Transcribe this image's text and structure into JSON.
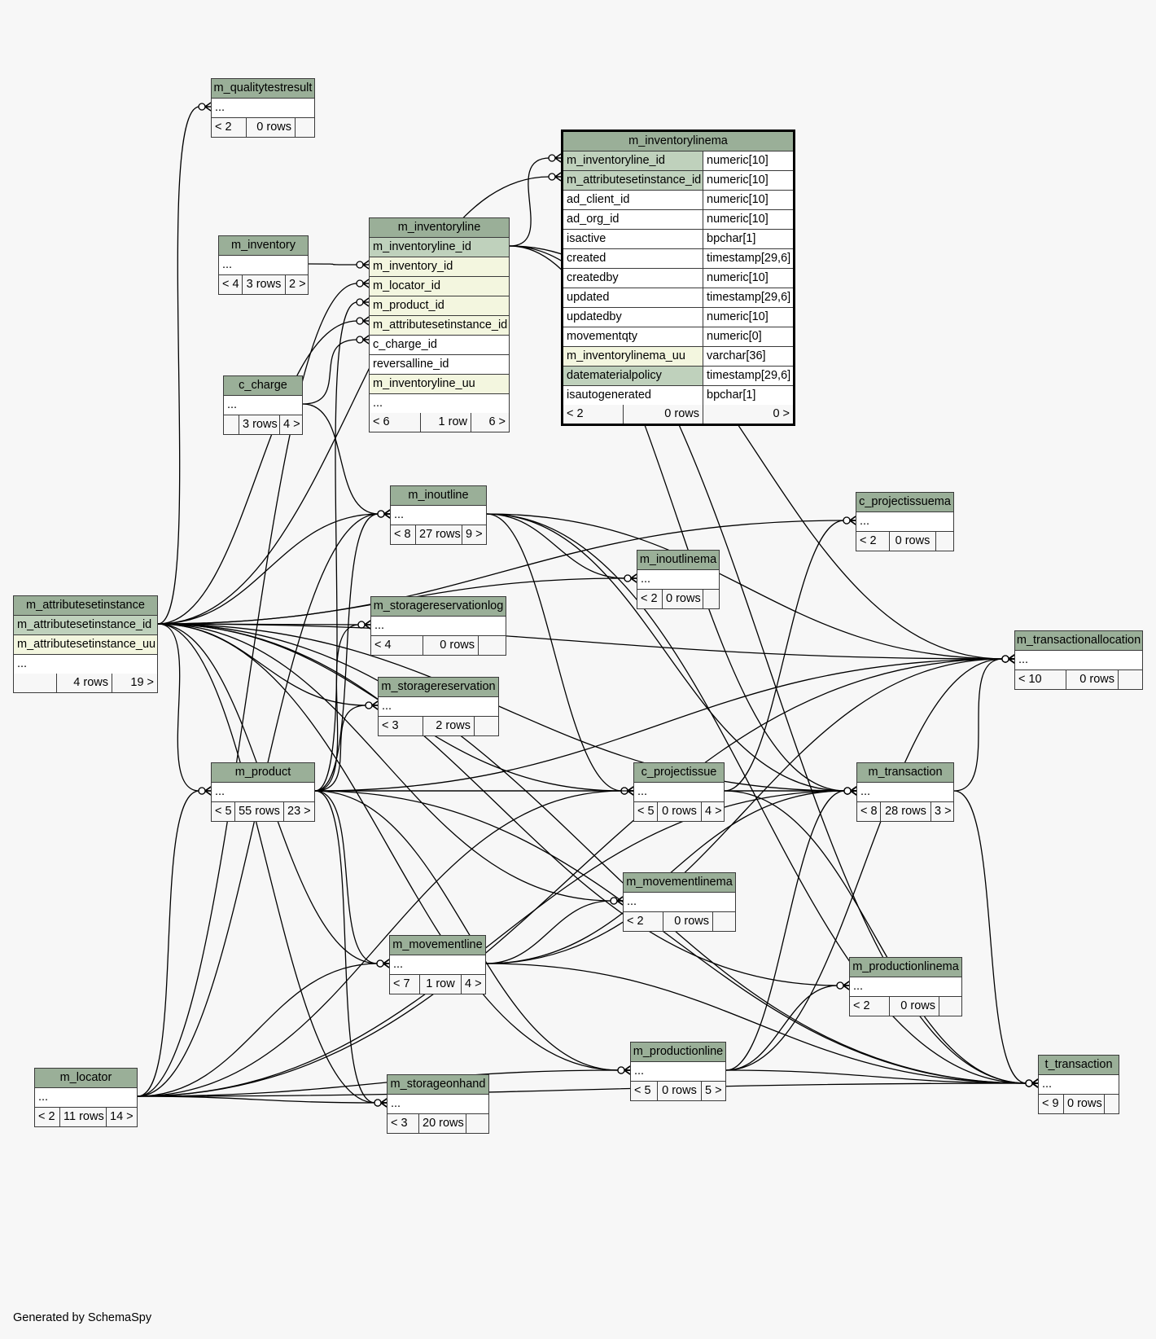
{
  "footer": "Generated by SchemaSpy",
  "colors": {
    "background": "#f7f7f7",
    "header": "#9aaf98",
    "primary_key": "#bfd1bc",
    "foreign_key": "#f3f6df",
    "border": "#3a3a3a"
  },
  "tables": {
    "m_qualitytestresult": {
      "name": "m_qualitytestresult",
      "cols": [
        "..."
      ],
      "parents": "< 2",
      "rows": "0 rows",
      "children": ""
    },
    "m_inventorylinema": {
      "name": "m_inventorylinema",
      "columns": [
        {
          "name": "m_inventoryline_id",
          "type": "numeric[10]",
          "kind": "pk"
        },
        {
          "name": "m_attributesetinstance_id",
          "type": "numeric[10]",
          "kind": "pk"
        },
        {
          "name": "ad_client_id",
          "type": "numeric[10]",
          "kind": ""
        },
        {
          "name": "ad_org_id",
          "type": "numeric[10]",
          "kind": ""
        },
        {
          "name": "isactive",
          "type": "bpchar[1]",
          "kind": ""
        },
        {
          "name": "created",
          "type": "timestamp[29,6]",
          "kind": ""
        },
        {
          "name": "createdby",
          "type": "numeric[10]",
          "kind": ""
        },
        {
          "name": "updated",
          "type": "timestamp[29,6]",
          "kind": ""
        },
        {
          "name": "updatedby",
          "type": "numeric[10]",
          "kind": ""
        },
        {
          "name": "movementqty",
          "type": "numeric[0]",
          "kind": ""
        },
        {
          "name": "m_inventorylinema_uu",
          "type": "varchar[36]",
          "kind": "fk"
        },
        {
          "name": "datematerialpolicy",
          "type": "timestamp[29,6]",
          "kind": "pk"
        },
        {
          "name": "isautogenerated",
          "type": "bpchar[1]",
          "kind": ""
        }
      ],
      "parents": "< 2",
      "rows": "0 rows",
      "children": "0 >"
    },
    "m_inventory": {
      "name": "m_inventory",
      "cols": [
        "..."
      ],
      "parents": "< 4",
      "rows": "3 rows",
      "children": "2 >"
    },
    "m_inventoryline": {
      "name": "m_inventoryline",
      "columns": [
        {
          "name": "m_inventoryline_id",
          "kind": "pk"
        },
        {
          "name": "m_inventory_id",
          "kind": "fk"
        },
        {
          "name": "m_locator_id",
          "kind": "fk"
        },
        {
          "name": "m_product_id",
          "kind": "fk"
        },
        {
          "name": "m_attributesetinstance_id",
          "kind": "fk"
        },
        {
          "name": "c_charge_id",
          "kind": ""
        },
        {
          "name": "reversalline_id",
          "kind": ""
        },
        {
          "name": "m_inventoryline_uu",
          "kind": "fk"
        },
        {
          "name": "...",
          "kind": ""
        }
      ],
      "parents": "< 6",
      "rows": "1 row",
      "children": "6 >"
    },
    "c_charge": {
      "name": "c_charge",
      "cols": [
        "..."
      ],
      "parents": "",
      "rows": "3 rows",
      "children": "4 >"
    },
    "m_inoutline": {
      "name": "m_inoutline",
      "cols": [
        "..."
      ],
      "parents": "< 8",
      "rows": "27 rows",
      "children": "9 >"
    },
    "c_projectissuema": {
      "name": "c_projectissuema",
      "cols": [
        "..."
      ],
      "parents": "< 2",
      "rows": "0 rows",
      "children": ""
    },
    "m_inoutlinema": {
      "name": "m_inoutlinema",
      "cols": [
        "..."
      ],
      "parents": "< 2",
      "rows": "0 rows",
      "children": ""
    },
    "m_attributesetinstance": {
      "name": "m_attributesetinstance",
      "columns": [
        {
          "name": "m_attributesetinstance_id",
          "kind": "pk"
        },
        {
          "name": "m_attributesetinstance_uu",
          "kind": "fk"
        },
        {
          "name": "...",
          "kind": ""
        }
      ],
      "parents": "",
      "rows": "4 rows",
      "children": "19 >"
    },
    "m_transactionallocation": {
      "name": "m_transactionallocation",
      "cols": [
        "..."
      ],
      "parents": "< 10",
      "rows": "0 rows",
      "children": ""
    },
    "m_storagereservationlog": {
      "name": "m_storagereservationlog",
      "cols": [
        "..."
      ],
      "parents": "< 4",
      "rows": "0 rows",
      "children": ""
    },
    "m_storagereservation": {
      "name": "m_storagereservation",
      "cols": [
        "..."
      ],
      "parents": "< 3",
      "rows": "2 rows",
      "children": ""
    },
    "m_product": {
      "name": "m_product",
      "cols": [
        "..."
      ],
      "parents": "< 5",
      "rows": "55 rows",
      "children": "23 >"
    },
    "c_projectissue": {
      "name": "c_projectissue",
      "cols": [
        "..."
      ],
      "parents": "< 5",
      "rows": "0 rows",
      "children": "4 >"
    },
    "m_transaction": {
      "name": "m_transaction",
      "cols": [
        "..."
      ],
      "parents": "< 8",
      "rows": "28 rows",
      "children": "3 >"
    },
    "m_movementlinema": {
      "name": "m_movementlinema",
      "cols": [
        "..."
      ],
      "parents": "< 2",
      "rows": "0 rows",
      "children": ""
    },
    "m_movementline": {
      "name": "m_movementline",
      "cols": [
        "..."
      ],
      "parents": "< 7",
      "rows": "1 row",
      "children": "4 >"
    },
    "m_productionlinema": {
      "name": "m_productionlinema",
      "cols": [
        "..."
      ],
      "parents": "< 2",
      "rows": "0 rows",
      "children": ""
    },
    "m_productionline": {
      "name": "m_productionline",
      "cols": [
        "..."
      ],
      "parents": "< 5",
      "rows": "0 rows",
      "children": "5 >"
    },
    "t_transaction": {
      "name": "t_transaction",
      "cols": [
        "..."
      ],
      "parents": "< 9",
      "rows": "0 rows",
      "children": ""
    },
    "m_locator": {
      "name": "m_locator",
      "cols": [
        "..."
      ],
      "parents": "< 2",
      "rows": "11 rows",
      "children": "14 >"
    },
    "m_storageonhand": {
      "name": "m_storageonhand",
      "cols": [
        "..."
      ],
      "parents": "< 3",
      "rows": "20 rows",
      "children": ""
    }
  },
  "relationships": [
    [
      "m_inventoryline",
      "m_inventorylinema"
    ],
    [
      "m_attributesetinstance",
      "m_inventorylinema"
    ],
    [
      "m_inventory",
      "m_inventoryline"
    ],
    [
      "m_locator",
      "m_inventoryline"
    ],
    [
      "m_product",
      "m_inventoryline"
    ],
    [
      "m_attributesetinstance",
      "m_inventoryline"
    ],
    [
      "c_charge",
      "m_inventoryline"
    ],
    [
      "m_attributesetinstance",
      "m_qualitytestresult"
    ],
    [
      "m_attributesetinstance",
      "m_inoutline"
    ],
    [
      "m_product",
      "m_inoutline"
    ],
    [
      "m_locator",
      "m_inoutline"
    ],
    [
      "c_charge",
      "m_inoutline"
    ],
    [
      "m_inoutline",
      "m_inoutlinema"
    ],
    [
      "m_attributesetinstance",
      "m_inoutlinema"
    ],
    [
      "m_attributesetinstance",
      "m_storagereservationlog"
    ],
    [
      "m_product",
      "m_storagereservationlog"
    ],
    [
      "m_attributesetinstance",
      "m_storagereservation"
    ],
    [
      "m_product",
      "m_storagereservation"
    ],
    [
      "m_attributesetinstance",
      "m_product"
    ],
    [
      "m_locator",
      "m_product"
    ],
    [
      "m_product",
      "c_projectissue"
    ],
    [
      "m_attributesetinstance",
      "c_projectissue"
    ],
    [
      "m_locator",
      "c_projectissue"
    ],
    [
      "m_inoutline",
      "c_projectissue"
    ],
    [
      "c_projectissue",
      "c_projectissuema"
    ],
    [
      "m_attributesetinstance",
      "c_projectissuema"
    ],
    [
      "m_attributesetinstance",
      "m_transaction"
    ],
    [
      "m_product",
      "m_transaction"
    ],
    [
      "m_locator",
      "m_transaction"
    ],
    [
      "m_inoutline",
      "m_transaction"
    ],
    [
      "m_inventoryline",
      "m_transaction"
    ],
    [
      "c_projectissue",
      "m_transaction"
    ],
    [
      "m_movementline",
      "m_transaction"
    ],
    [
      "m_productionline",
      "m_transaction"
    ],
    [
      "m_attributesetinstance",
      "m_movementlinema"
    ],
    [
      "m_movementline",
      "m_movementlinema"
    ],
    [
      "m_attributesetinstance",
      "m_movementline"
    ],
    [
      "m_product",
      "m_movementline"
    ],
    [
      "m_locator",
      "m_movementline"
    ],
    [
      "m_attributesetinstance",
      "m_productionlinema"
    ],
    [
      "m_productionline",
      "m_productionlinema"
    ],
    [
      "m_attributesetinstance",
      "m_productionline"
    ],
    [
      "m_product",
      "m_productionline"
    ],
    [
      "m_locator",
      "m_productionline"
    ],
    [
      "m_attributesetinstance",
      "m_storageonhand"
    ],
    [
      "m_product",
      "m_storageonhand"
    ],
    [
      "m_locator",
      "m_storageonhand"
    ],
    [
      "m_attributesetinstance",
      "m_transactionallocation"
    ],
    [
      "m_product",
      "m_transactionallocation"
    ],
    [
      "m_locator",
      "m_transactionallocation"
    ],
    [
      "m_inoutline",
      "m_transactionallocation"
    ],
    [
      "m_inventoryline",
      "m_transactionallocation"
    ],
    [
      "m_transaction",
      "m_transactionallocation"
    ],
    [
      "m_movementline",
      "m_transactionallocation"
    ],
    [
      "m_productionline",
      "m_transactionallocation"
    ],
    [
      "m_attributesetinstance",
      "t_transaction"
    ],
    [
      "m_product",
      "t_transaction"
    ],
    [
      "m_locator",
      "t_transaction"
    ],
    [
      "m_inoutline",
      "t_transaction"
    ],
    [
      "m_inventoryline",
      "t_transaction"
    ],
    [
      "c_projectissue",
      "t_transaction"
    ],
    [
      "m_transaction",
      "t_transaction"
    ],
    [
      "m_movementline",
      "t_transaction"
    ],
    [
      "m_productionline",
      "t_transaction"
    ]
  ]
}
